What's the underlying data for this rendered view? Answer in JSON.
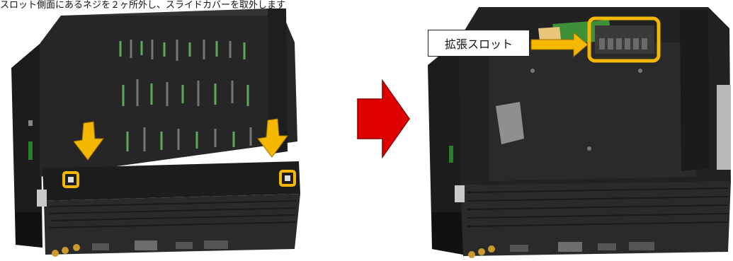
{
  "caption": "スロット側面にあるネジを２ヶ所外し、スライドカバーを取外します",
  "callout_label": "拡張スロット",
  "colors": {
    "device_body": "#2b2b2b",
    "device_dark": "#1a1a1a",
    "highlight": "#f5b800",
    "direction_arrow": "#e10000",
    "pcb": "#3e8f3a"
  },
  "icons": [
    "screw-location-marker",
    "down-arrow",
    "right-arrow"
  ]
}
